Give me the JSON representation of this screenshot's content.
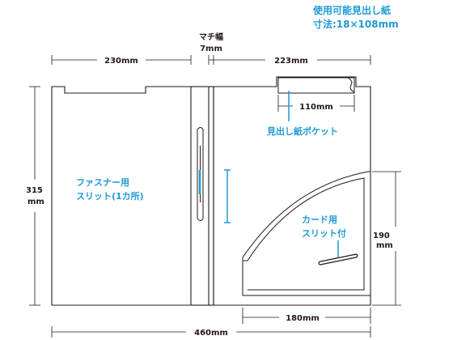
{
  "title": {
    "line1": "使用可能見出し紙",
    "line2": "寸法:18×108mm"
  },
  "dimensions": {
    "left_width": "230mm",
    "gusset_label": "マチ幅",
    "gusset_width": "7mm",
    "right_width": "223mm",
    "label_width": "110mm",
    "height_value": "315",
    "height_unit": "mm",
    "card_height_value": "190",
    "card_height_unit": "mm",
    "card_width": "180mm",
    "total_width": "460mm"
  },
  "callouts": {
    "label_pocket": "見出し紙ポケット",
    "fastener_line1": "ファスナー用",
    "fastener_line2": "スリット(1カ所)",
    "card_line1": "カード用",
    "card_line2": "スリット付"
  },
  "colors": {
    "accent": "#1e9ad6",
    "outline": "#231815"
  }
}
